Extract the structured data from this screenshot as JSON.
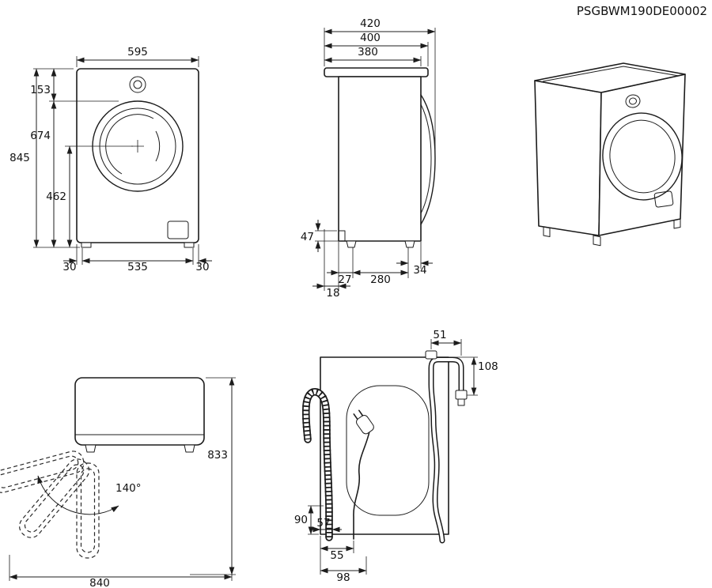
{
  "doc_id": "PSGBWM190DE00002",
  "colors": {
    "ink": "#1c1c1c",
    "background": "#ffffff"
  },
  "front_view": {
    "width": "595",
    "height_total": "845",
    "top_segment": "153",
    "mid_segment": "674",
    "door_center_height": "462",
    "feet_span": "535",
    "foot_left": "30",
    "foot_right": "30"
  },
  "side_view": {
    "depth_total": "420",
    "depth_mid": "400",
    "depth_body": "380",
    "rear_recess_height": "47",
    "front_foot_inset": "34",
    "rear_foot_inset": "27",
    "feet_distance": "280",
    "rear_overhang": "18"
  },
  "door_view": {
    "opening_angle": "140°",
    "open_height": "833",
    "open_depth": "840"
  },
  "back_view": {
    "hose_edge_offset": "51",
    "valve_drop": "108",
    "drain_outlet_height": "90",
    "drain_edge_offset": "57",
    "cord_offset": "55",
    "cord_outer_offset": "98"
  }
}
